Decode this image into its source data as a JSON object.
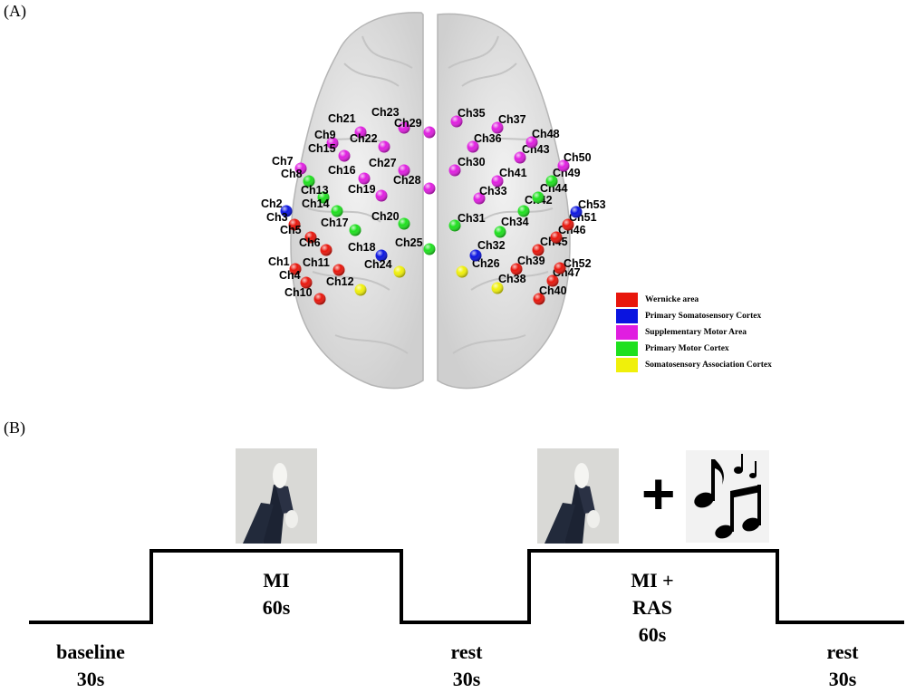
{
  "panel_a": {
    "label": "(A)"
  },
  "panel_b": {
    "label": "(B)"
  },
  "channels": [
    {
      "name": "Ch1",
      "region": "wernicke"
    },
    {
      "name": "Ch2",
      "region": "somatosensory"
    },
    {
      "name": "Ch3",
      "region": "wernicke"
    },
    {
      "name": "Ch4",
      "region": "wernicke"
    },
    {
      "name": "Ch5",
      "region": "wernicke"
    },
    {
      "name": "Ch6",
      "region": "wernicke"
    },
    {
      "name": "Ch7",
      "region": "sma"
    },
    {
      "name": "Ch8",
      "region": "motor"
    },
    {
      "name": "Ch9",
      "region": "sma"
    },
    {
      "name": "Ch10",
      "region": "wernicke"
    },
    {
      "name": "Ch11",
      "region": "wernicke"
    },
    {
      "name": "Ch12",
      "region": "association"
    },
    {
      "name": "Ch13",
      "region": "motor"
    },
    {
      "name": "Ch14",
      "region": "motor"
    },
    {
      "name": "Ch15",
      "region": "sma"
    },
    {
      "name": "Ch16",
      "region": "sma"
    },
    {
      "name": "Ch17",
      "region": "motor"
    },
    {
      "name": "Ch18",
      "region": "somatosensory"
    },
    {
      "name": "Ch19",
      "region": "sma"
    },
    {
      "name": "Ch20",
      "region": "motor"
    },
    {
      "name": "Ch21",
      "region": "sma"
    },
    {
      "name": "Ch22",
      "region": "sma"
    },
    {
      "name": "Ch23",
      "region": "sma"
    },
    {
      "name": "Ch24",
      "region": "association"
    },
    {
      "name": "Ch25",
      "region": "motor"
    },
    {
      "name": "Ch26",
      "region": "association"
    },
    {
      "name": "Ch27",
      "region": "sma"
    },
    {
      "name": "Ch28",
      "region": "sma"
    },
    {
      "name": "Ch29",
      "region": "sma"
    },
    {
      "name": "Ch30",
      "region": "sma"
    },
    {
      "name": "Ch31",
      "region": "motor"
    },
    {
      "name": "Ch32",
      "region": "somatosensory"
    },
    {
      "name": "Ch33",
      "region": "sma"
    },
    {
      "name": "Ch34",
      "region": "motor"
    },
    {
      "name": "Ch35",
      "region": "sma"
    },
    {
      "name": "Ch36",
      "region": "sma"
    },
    {
      "name": "Ch37",
      "region": "sma"
    },
    {
      "name": "Ch38",
      "region": "association"
    },
    {
      "name": "Ch39",
      "region": "wernicke"
    },
    {
      "name": "Ch40",
      "region": "wernicke"
    },
    {
      "name": "Ch41",
      "region": "sma"
    },
    {
      "name": "Ch42",
      "region": "motor"
    },
    {
      "name": "Ch43",
      "region": "sma"
    },
    {
      "name": "Ch44",
      "region": "motor"
    },
    {
      "name": "Ch45",
      "region": "wernicke"
    },
    {
      "name": "Ch46",
      "region": "wernicke"
    },
    {
      "name": "Ch47",
      "region": "wernicke"
    },
    {
      "name": "Ch48",
      "region": "sma"
    },
    {
      "name": "Ch49",
      "region": "motor"
    },
    {
      "name": "Ch50",
      "region": "sma"
    },
    {
      "name": "Ch51",
      "region": "wernicke"
    },
    {
      "name": "Ch52",
      "region": "wernicke"
    },
    {
      "name": "Ch53",
      "region": "somatosensory"
    }
  ],
  "legend": [
    {
      "key": "wernicke",
      "label": "Wernicke area",
      "color": "#e8160c"
    },
    {
      "key": "somatosensory",
      "label": "Primary Somatosensory Cortex",
      "color": "#0a14e0"
    },
    {
      "key": "sma",
      "label": "Supplementary Motor Area",
      "color": "#e01ee0"
    },
    {
      "key": "motor",
      "label": "Primary Motor Cortex",
      "color": "#1ee01e"
    },
    {
      "key": "association",
      "label": "Somatosensory Association Cortex",
      "color": "#f0f00a"
    }
  ],
  "protocol": {
    "baseline": {
      "name": "baseline",
      "duration": "30s"
    },
    "mi": {
      "name": "MI",
      "duration": "60s"
    },
    "rest1": {
      "name": "rest",
      "duration": "30s"
    },
    "mi_ras": {
      "name": "MI +",
      "name2": "RAS",
      "duration": "60s"
    },
    "rest2": {
      "name": "rest",
      "duration": "30s"
    },
    "plus_sign": "+"
  }
}
